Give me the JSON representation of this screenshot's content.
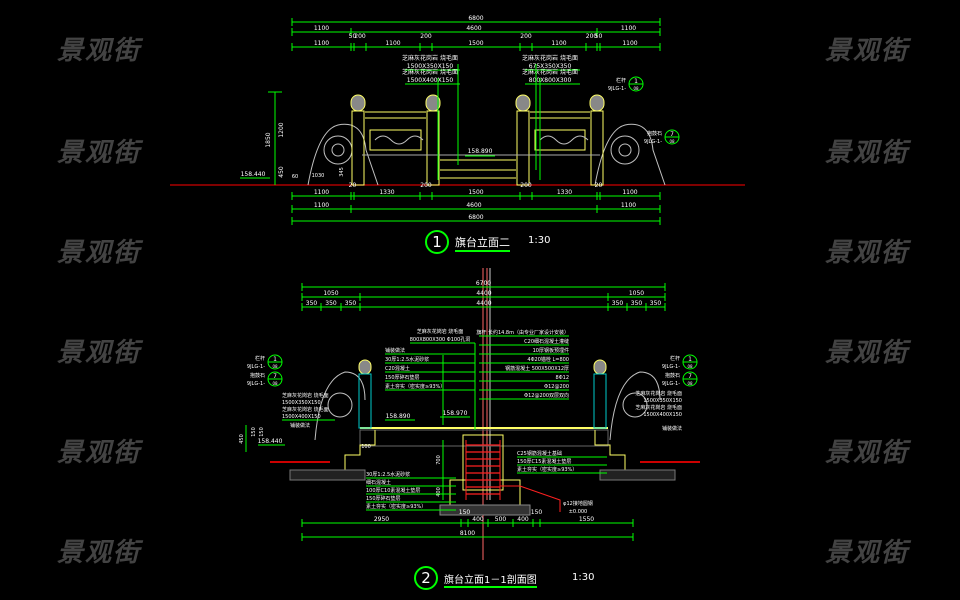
{
  "watermark": "景观街",
  "colors": {
    "dim": "#00ff00",
    "outline": "#ffff66",
    "ground": "#cc0000",
    "rebar": "#ff2020",
    "ornament": "#c0c0c0",
    "pole": "#ff6666",
    "callout": "#ffffff"
  },
  "view1": {
    "number": "1",
    "title": "旗台立面二",
    "scale": "1:30",
    "dims_top": {
      "total": "6800",
      "row2": [
        "1100",
        "4600",
        "1100"
      ],
      "row3": [
        "1100",
        "50",
        "200",
        "1100",
        "200",
        "1500",
        "200",
        "1100",
        "200",
        "50",
        "1100"
      ]
    },
    "dims_bottom": {
      "row1": [
        "1100",
        "20",
        "1330",
        "200",
        "1500",
        "200",
        "1330",
        "20",
        "1100"
      ],
      "row2": [
        "1100",
        "4600",
        "1100"
      ],
      "total": "6800"
    },
    "vertical_dims": [
      "1850",
      "1200",
      "450",
      "345",
      "1030",
      "60"
    ],
    "elevations": [
      "158.440",
      "158.890"
    ],
    "callouts": [
      {
        "l1": "芝麻灰花岗岩 烧毛面",
        "l2": "1500X350X150"
      },
      {
        "l1": "芝麻灰花岗岩 烧毛面",
        "l2": "1500X400X150"
      },
      {
        "l1": "芝麻灰花岗岩 烧毛面",
        "l2": "675X350X350"
      },
      {
        "l1": "芝麻灰花岗岩 烧毛面",
        "l2": "800X800X300"
      }
    ],
    "refs": [
      {
        "label": "栏杆",
        "top": "1",
        "bottom": "08",
        "code": "9JLG-1-"
      },
      {
        "label": "抱鼓石",
        "top": "7",
        "bottom": "08",
        "code": "9JLG-1-"
      }
    ]
  },
  "view2": {
    "number": "2",
    "title": "旗台立面1－1剖面图",
    "scale": "1:30",
    "dims_top": {
      "total": "6700",
      "row2": [
        "1050",
        "4400",
        "1050"
      ],
      "row3": [
        "350",
        "350",
        "350",
        "4400",
        "350",
        "350",
        "350"
      ]
    },
    "dims_bottom": {
      "row1": [
        "2950",
        "150",
        "400",
        "500",
        "400",
        "150",
        "1550"
      ],
      "total": "8100"
    },
    "vertical_dims": [
      "450",
      "150",
      "150",
      "700",
      "400",
      "100"
    ],
    "elevations": [
      "158.890",
      "158.970",
      "158.440",
      "±0.000"
    ],
    "callouts_left": [
      "铺装做法",
      "30厚1:2.5水泥砂浆",
      "C20混凝土",
      "150厚碎石垫层",
      "素土夯实（密实度≥93%）"
    ],
    "callouts_mid": {
      "l1": "芝麻灰花岗岩 烧毛面",
      "l2": "800X800X300 Φ100孔洞"
    },
    "callouts_right": [
      "旗杆 长约14.8m（由专业厂家设计安装）",
      "C20细石混凝土灌缝",
      "10厚钢板预埋件",
      "4Φ20锚栓 L=800",
      "钢筋混凝土 500X500X12厚",
      "8Φ12",
      "Φ12@200",
      "Φ12@200双层双向"
    ],
    "callouts_lower_right": [
      "C25钢筋混凝土基础",
      "150厚C15素混凝土垫层",
      "素土夯实（密实度≥93%）"
    ],
    "callouts_lower_left": [
      "30厚1:2.5水泥砂浆",
      "细石混凝土",
      "100厚C10素混凝土垫层",
      "150厚碎石垫层",
      "素土夯实（密实度≥93%）"
    ],
    "callouts_side": [
      "芝麻灰花岗岩 烧毛面",
      "1500X350X150",
      "芝麻灰花岗岩 烧毛面",
      "1500X400X150",
      "铺装做法"
    ],
    "ground_note": "φ12接地圆钢",
    "refs": [
      {
        "label": "栏杆",
        "top": "1",
        "bottom": "08",
        "code": "9JLG-1-"
      },
      {
        "label": "抱鼓石",
        "top": "7",
        "bottom": "08",
        "code": "9JLG-1-"
      }
    ]
  }
}
